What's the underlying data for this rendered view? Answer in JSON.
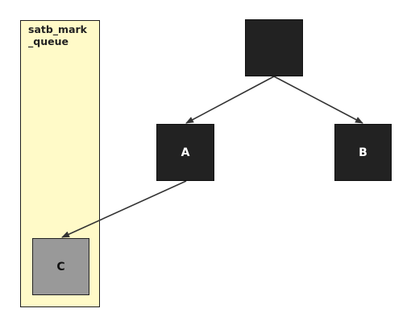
{
  "queue": {
    "label": "satb_mark\n_queue",
    "fill": "#fffac8",
    "border": "#1f1f1f"
  },
  "nodes": {
    "root": {
      "label": ""
    },
    "a": {
      "label": "A"
    },
    "b": {
      "label": "B"
    },
    "c": {
      "label": "C"
    }
  },
  "colors": {
    "node_fill": "#222222",
    "queued_node_fill": "#999999",
    "edge": "#333333"
  }
}
